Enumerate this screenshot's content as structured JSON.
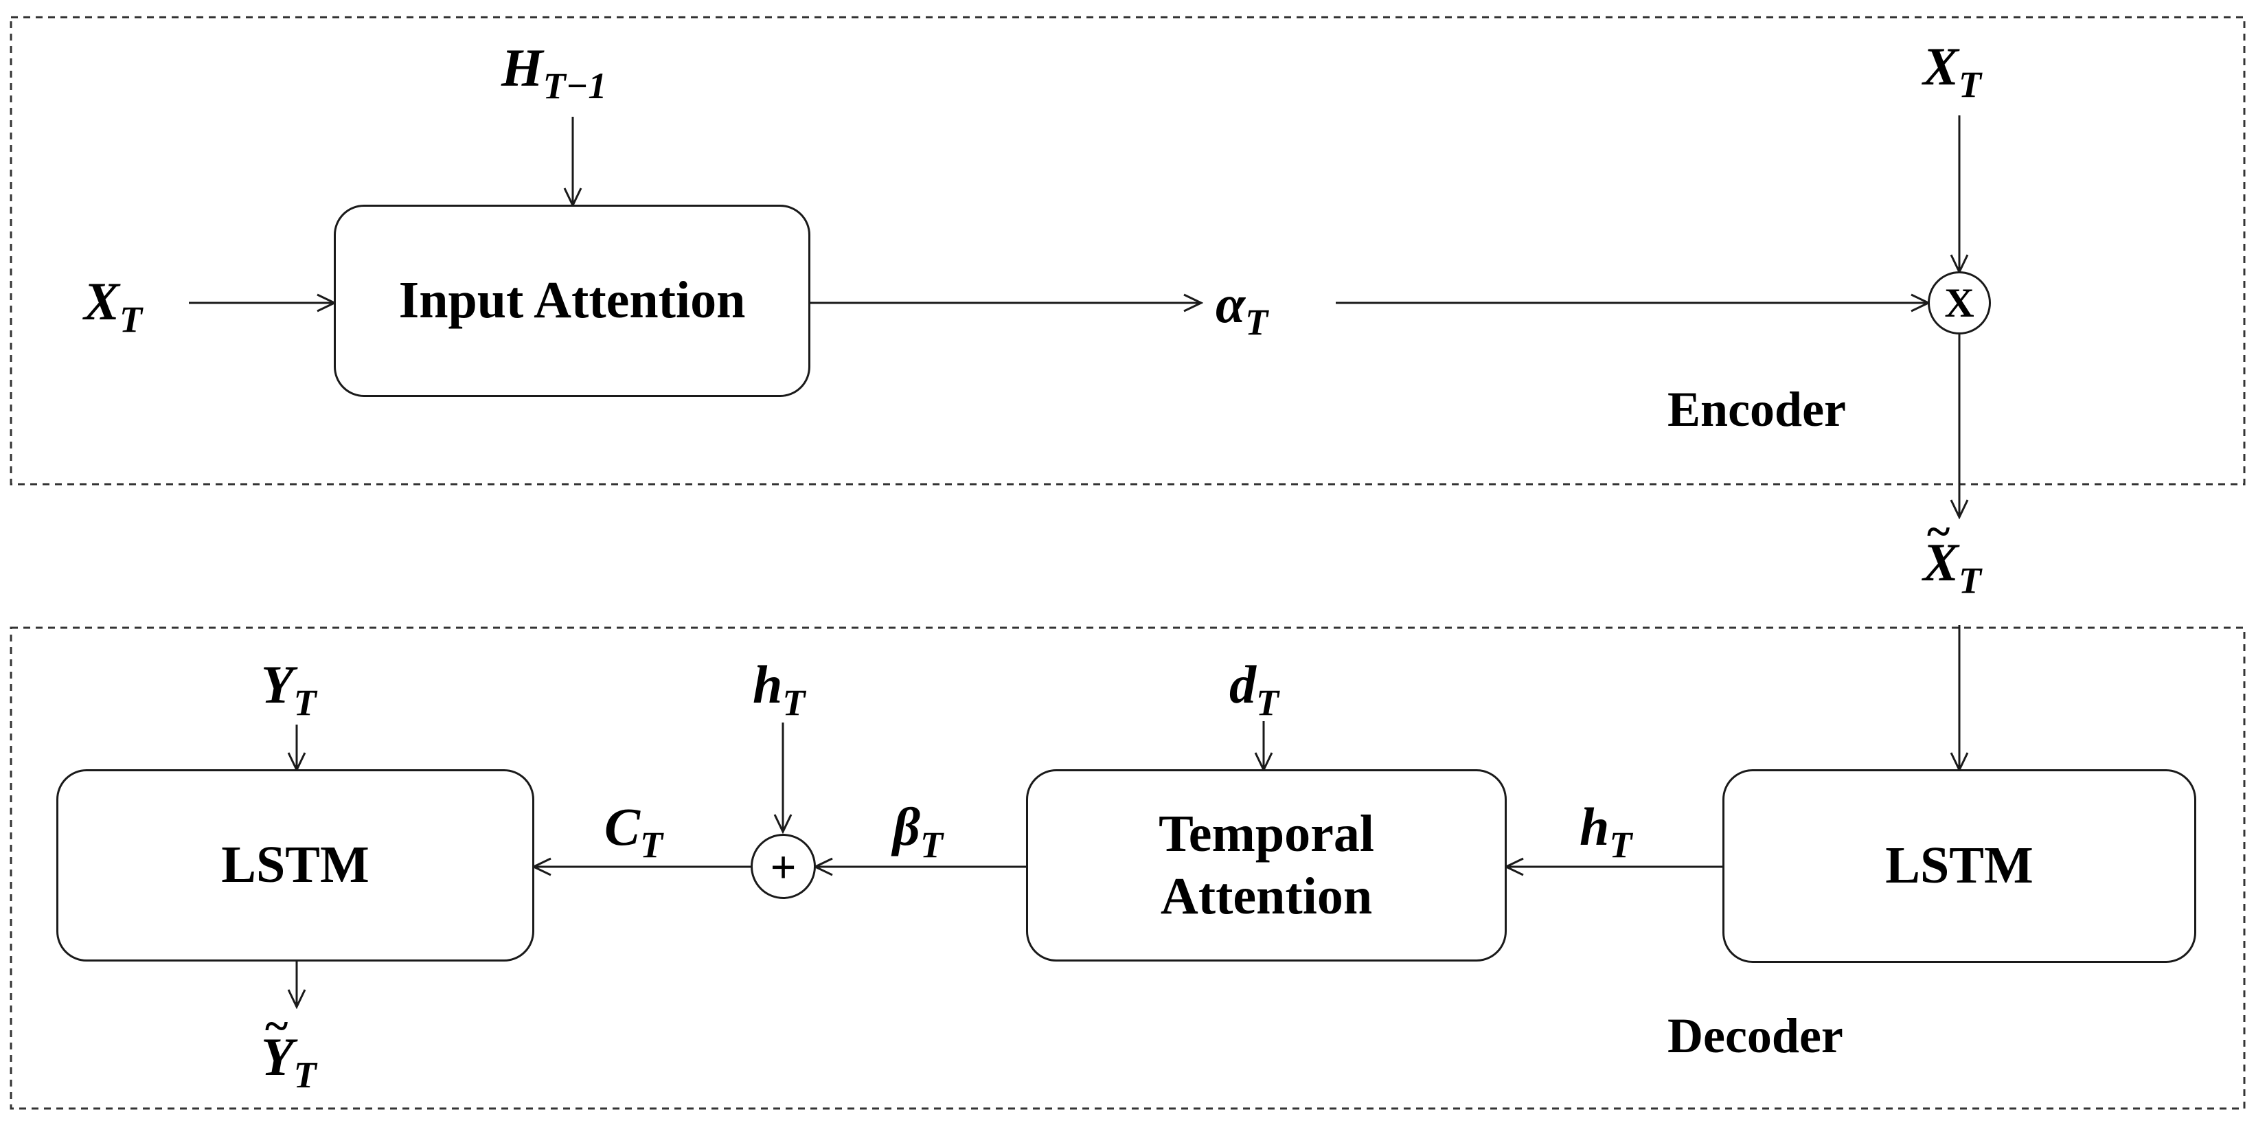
{
  "encoder": {
    "label": "Encoder",
    "input_attention": "Input Attention",
    "x_t_left": {
      "base": "X",
      "sub": "T"
    },
    "h_t_minus_1": {
      "base": "H",
      "sub": "T−1"
    },
    "alpha_t": {
      "base": "α",
      "sub": "T"
    },
    "x_t_right": {
      "base": "X",
      "sub": "T"
    },
    "multiply_symbol": "X"
  },
  "between": {
    "x_tilde_t": {
      "base": "X",
      "sub": "T"
    }
  },
  "decoder": {
    "label": "Decoder",
    "lstm_left": "LSTM",
    "lstm_right": "LSTM",
    "temporal_attention_line1": "Temporal",
    "temporal_attention_line2": "Attention",
    "y_t": {
      "base": "Y",
      "sub": "T"
    },
    "y_tilde_t": {
      "base": "Y",
      "sub": "T"
    },
    "c_t": {
      "base": "C",
      "sub": "T"
    },
    "h_t_top": {
      "base": "h",
      "sub": "T"
    },
    "beta_t": {
      "base": "β",
      "sub": "T"
    },
    "d_t": {
      "base": "d",
      "sub": "T"
    },
    "h_t_right": {
      "base": "h",
      "sub": "T"
    },
    "plus_symbol": "+"
  }
}
